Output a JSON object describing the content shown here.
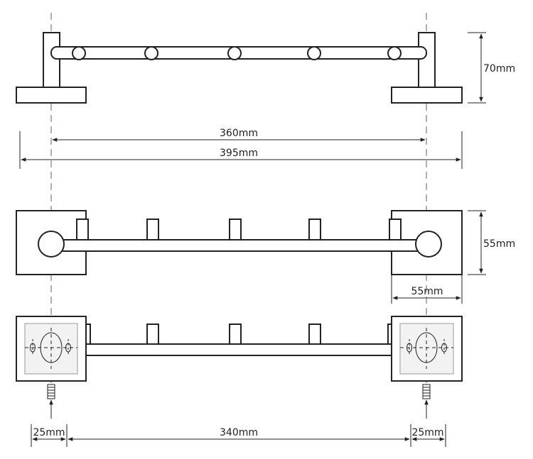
{
  "dimensions": {
    "height_side": "70mm",
    "center_distance": "360mm",
    "total_length": "395mm",
    "depth": "55mm",
    "base_width": "55mm",
    "edge_left": "25mm",
    "middle": "340mm",
    "edge_right": "25mm"
  }
}
